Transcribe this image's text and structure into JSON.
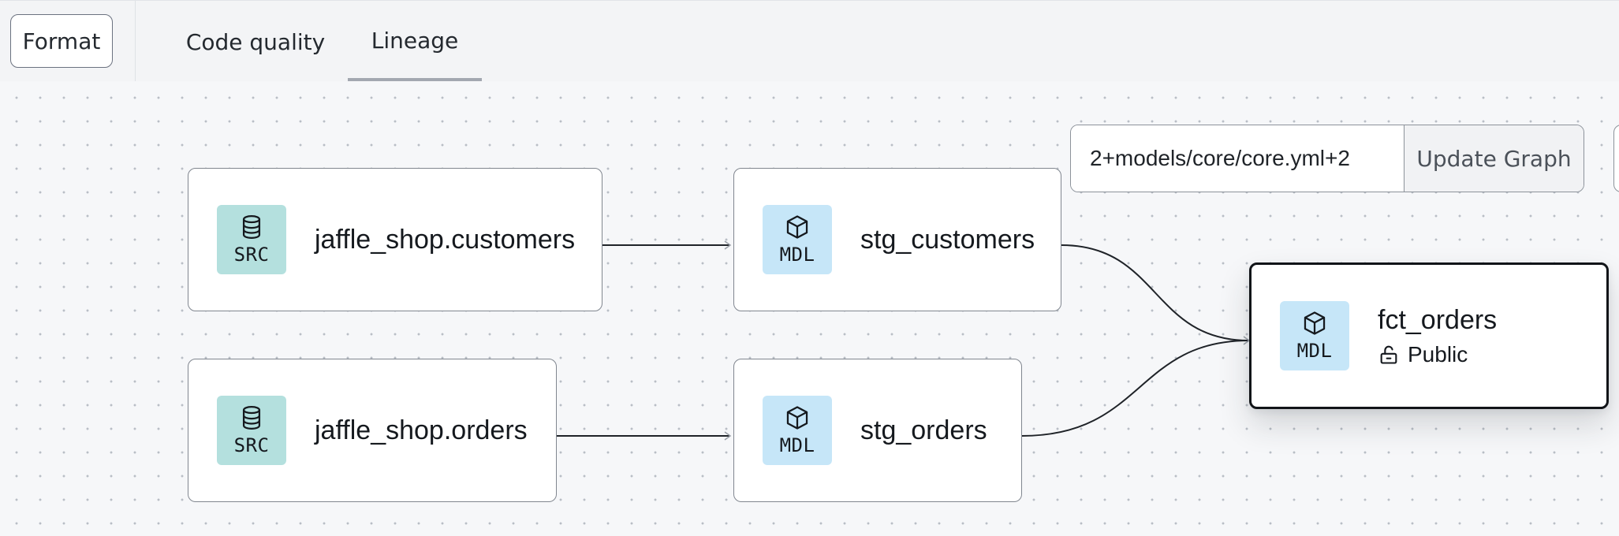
{
  "toolbar": {
    "format_label": "Format",
    "tabs": [
      {
        "label": "Code quality",
        "active": false
      },
      {
        "label": "Lineage",
        "active": true
      }
    ]
  },
  "graph_selector": {
    "value": "2+models/core/core.yml+2",
    "update_label": "Update Graph"
  },
  "nodes": [
    {
      "id": "src-customers",
      "badge": "SRC",
      "icon": "database-icon",
      "name": "jaffle_shop.customers"
    },
    {
      "id": "stg-customers",
      "badge": "MDL",
      "icon": "cube-icon",
      "name": "stg_customers"
    },
    {
      "id": "src-orders",
      "badge": "SRC",
      "icon": "database-icon",
      "name": "jaffle_shop.orders"
    },
    {
      "id": "stg-orders",
      "badge": "MDL",
      "icon": "cube-icon",
      "name": "stg_orders"
    },
    {
      "id": "fct-orders",
      "badge": "MDL",
      "icon": "cube-icon",
      "name": "fct_orders",
      "access": "Public",
      "access_icon": "unlock-icon",
      "selected": true
    }
  ],
  "colors": {
    "src_badge": "#b4e0de",
    "mdl_badge": "#c6e6f8",
    "edge": "#1f2328",
    "selected_border": "#111418"
  }
}
